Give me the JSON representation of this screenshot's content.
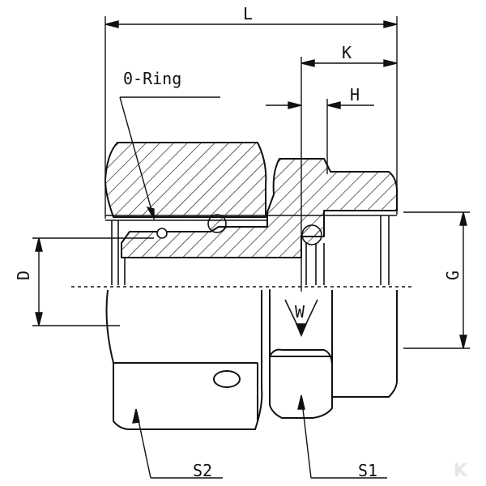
{
  "labels": {
    "L": "L",
    "K": "K",
    "H": "H",
    "D": "D",
    "G": "G",
    "W": "W",
    "S1": "S1",
    "S2": "S2",
    "oring": "0-Ring"
  },
  "watermark": "K",
  "colors": {
    "line": "#111111",
    "watermark": "#e6e6e6"
  }
}
